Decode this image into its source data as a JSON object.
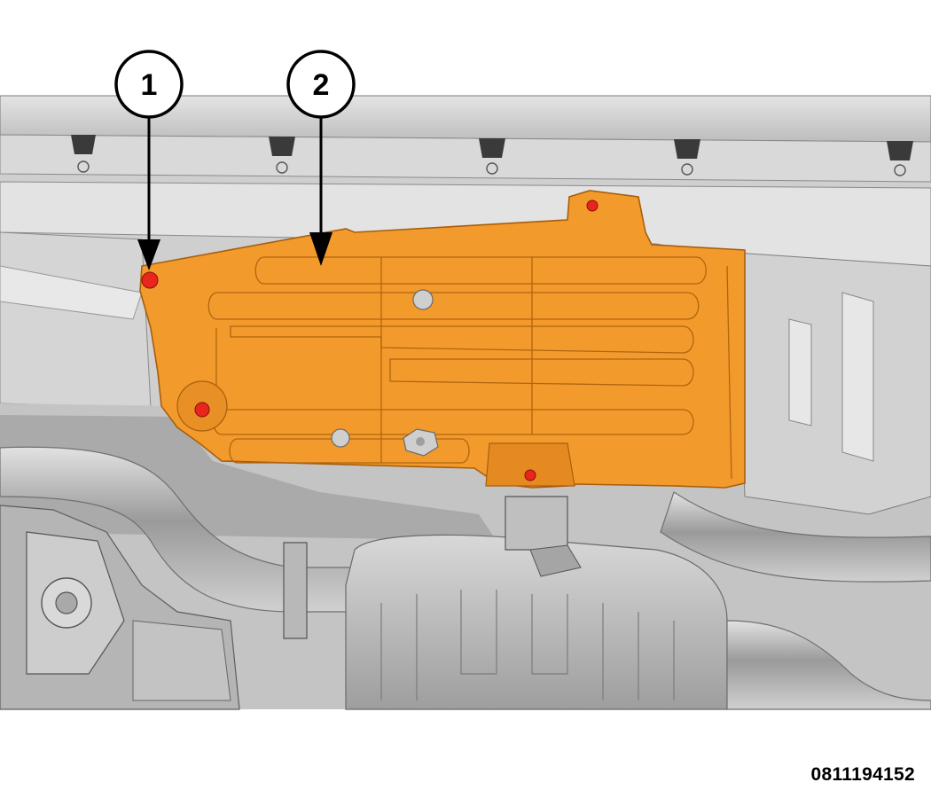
{
  "callouts": [
    {
      "number": "1",
      "target": "fastener"
    },
    {
      "number": "2",
      "target": "heat-shield"
    }
  ],
  "figure_id": "0811194152",
  "colors": {
    "heat_shield": "#f39a2c",
    "heat_shield_edge": "#b86a10",
    "fastener": "#e8261e",
    "underbody": "#c9c9c9",
    "exhaust": "#a9a9a9"
  }
}
